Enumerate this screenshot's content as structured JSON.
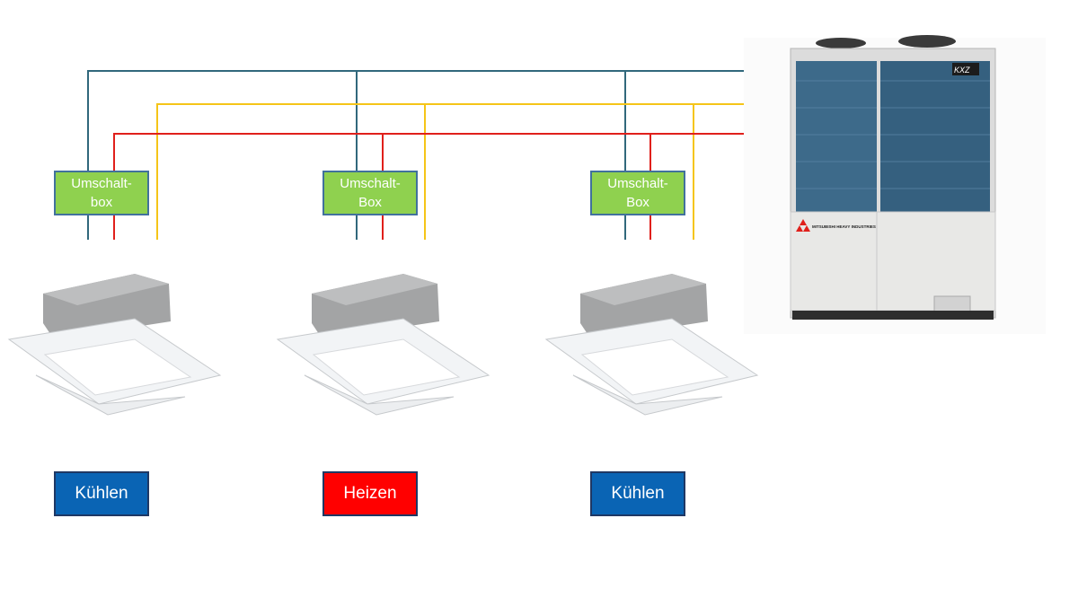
{
  "colors": {
    "line_blue": "#31687c",
    "line_yellow": "#f5c518",
    "line_red": "#e0201b",
    "box_green": "#8fd14f",
    "mode_cool": "#0a64b4",
    "mode_heat": "#ff0000"
  },
  "outdoor_unit": {
    "brand": "MITSUBISHI HEAVY INDUSTRIES",
    "model_badge": "KXZ"
  },
  "switch_boxes": [
    {
      "line1": "Umschalt-",
      "line2": "box"
    },
    {
      "line1": "Umschalt-",
      "line2": "Box"
    },
    {
      "line1": "Umschalt-",
      "line2": "Box"
    }
  ],
  "indoor_units": [
    {
      "mode": "Kühlen",
      "color": "#0a64b4"
    },
    {
      "mode": "Heizen",
      "color": "#ff0000"
    },
    {
      "mode": "Kühlen",
      "color": "#0a64b4"
    }
  ]
}
